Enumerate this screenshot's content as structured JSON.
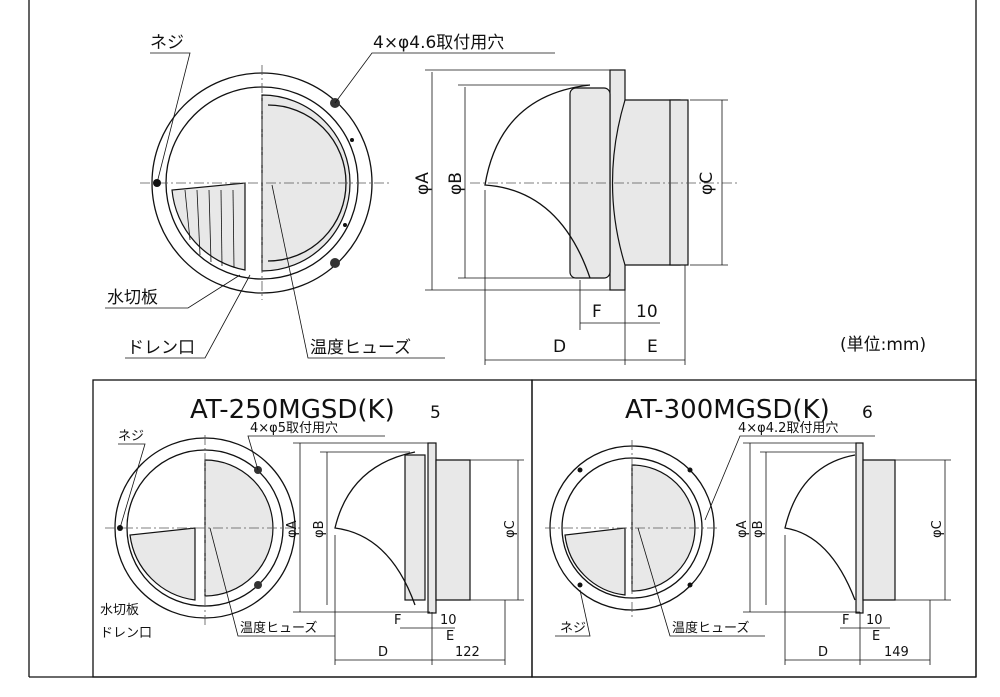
{
  "top": {
    "screw": "ネジ",
    "mount_holes": "4×φ4.6取付用穴",
    "water_plate": "水切板",
    "drain": "ドレン口",
    "fuse": "温度ヒューズ",
    "dim_A": "φA",
    "dim_B": "φB",
    "dim_C": "φC",
    "dim_F": "F",
    "dim_10": "10",
    "dim_D": "D",
    "dim_E": "E",
    "unit": "(単位:mm)"
  },
  "left_model": {
    "title": "AT-250MGSD(K)",
    "page": "5",
    "screw": "ネジ",
    "mount_holes": "4×φ5取付用穴",
    "water_plate": "水切板",
    "drain": "ドレン口",
    "fuse": "温度ヒューズ",
    "dim_A": "φA",
    "dim_B": "φB",
    "dim_C": "φC",
    "dim_F": "F",
    "dim_10": "10",
    "dim_D": "D",
    "dim_E": "E",
    "dim_value": "122"
  },
  "right_model": {
    "title": "AT-300MGSD(K)",
    "page": "6",
    "screw": "ネジ",
    "mount_holes": "4×φ4.2取付用穴",
    "fuse": "温度ヒューズ",
    "dim_A": "φA",
    "dim_B": "φB",
    "dim_C": "φC",
    "dim_F": "F",
    "dim_10": "10",
    "dim_D": "D",
    "dim_E": "E",
    "dim_value": "149"
  }
}
